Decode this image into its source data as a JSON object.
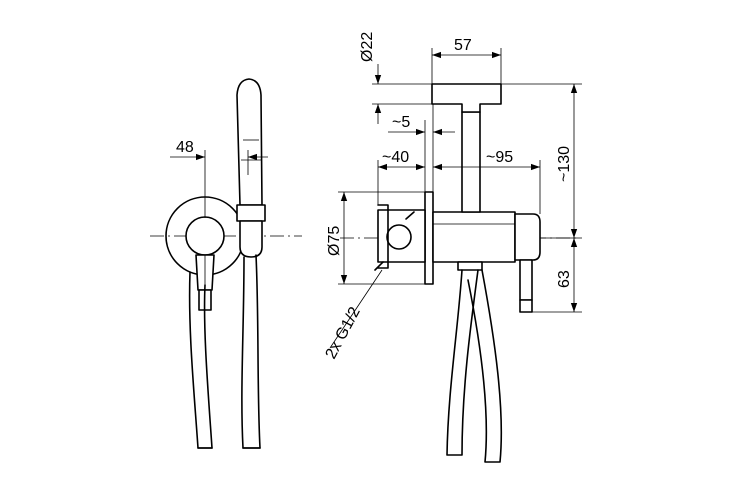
{
  "dimensions": {
    "front_width": "48",
    "head_diameter": "Ø22",
    "head_width": "57",
    "offset_5": "~5",
    "depth_40": "~40",
    "reach_95": "~95",
    "height_130": "~130",
    "flange_diameter": "Ø75",
    "thread": "2x G1/2",
    "lower_63": "63"
  }
}
